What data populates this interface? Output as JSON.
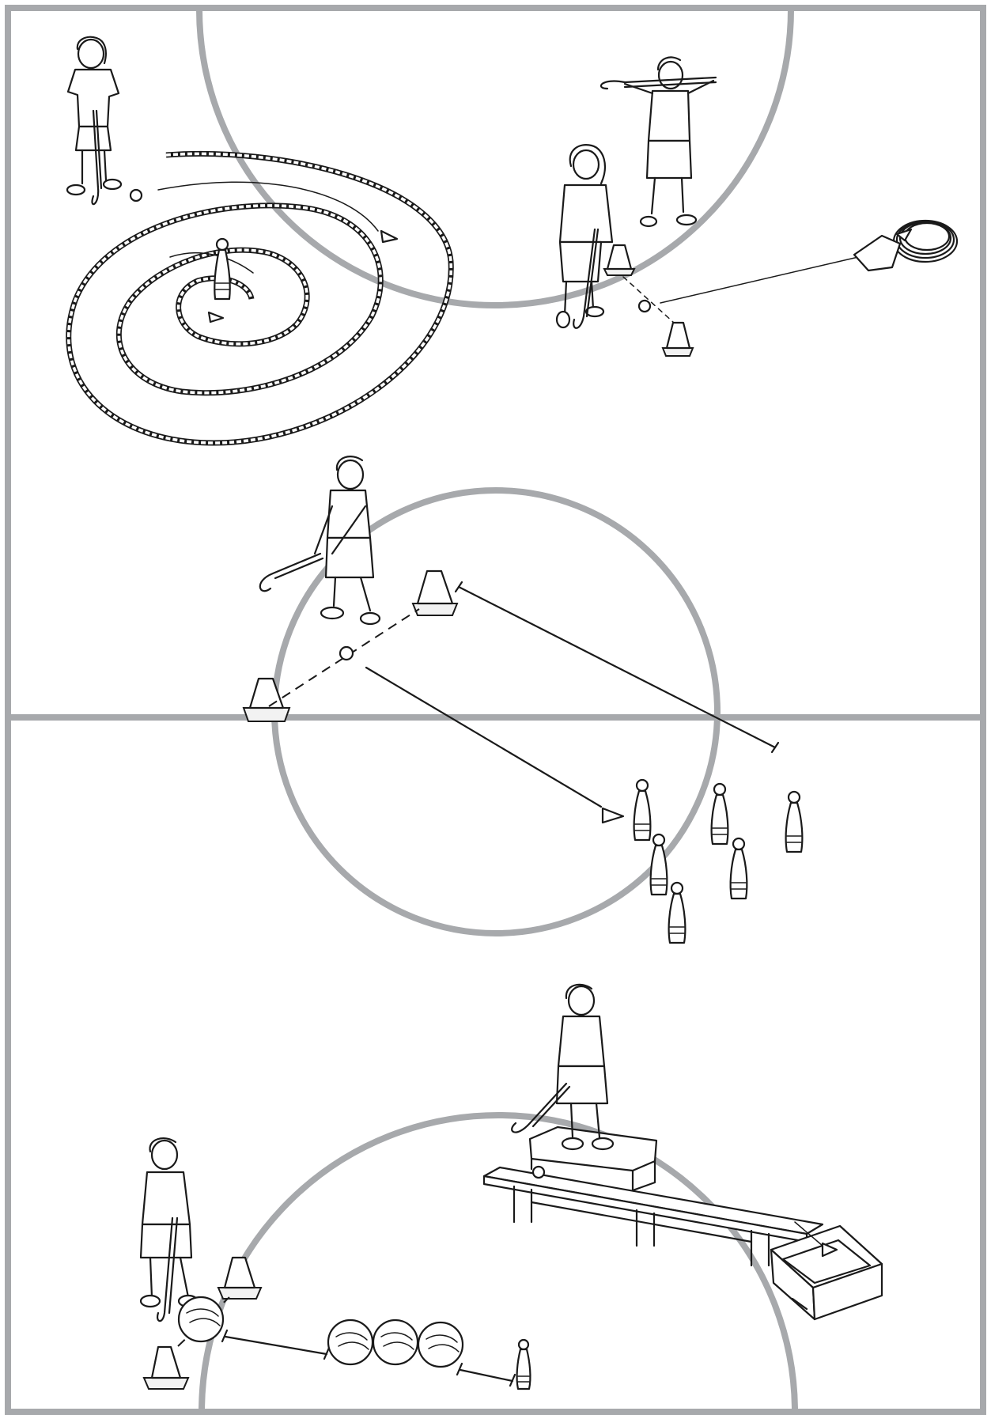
{
  "figure": {
    "stations": [
      {
        "id": "rope-spiral",
        "items": [
          "player",
          "hockey-stick",
          "ball",
          "rope-spiral",
          "skittle"
        ]
      },
      {
        "id": "cone-gate-pass",
        "items": [
          "player",
          "player-carrying-stick",
          "cones",
          "ball",
          "rope-coil"
        ]
      },
      {
        "id": "skittle-bowling",
        "items": [
          "player",
          "cones",
          "ball",
          "skittles"
        ]
      },
      {
        "id": "bench-and-box",
        "items": [
          "player-on-box",
          "bench",
          "box-lid",
          "ball"
        ]
      },
      {
        "id": "gym-ball-push",
        "items": [
          "player",
          "cones",
          "gym-balls",
          "skittle"
        ]
      }
    ],
    "colors": {
      "court_lines": "#a7a9ac",
      "ink": "#1a1a1a",
      "background": "#ffffff"
    }
  }
}
